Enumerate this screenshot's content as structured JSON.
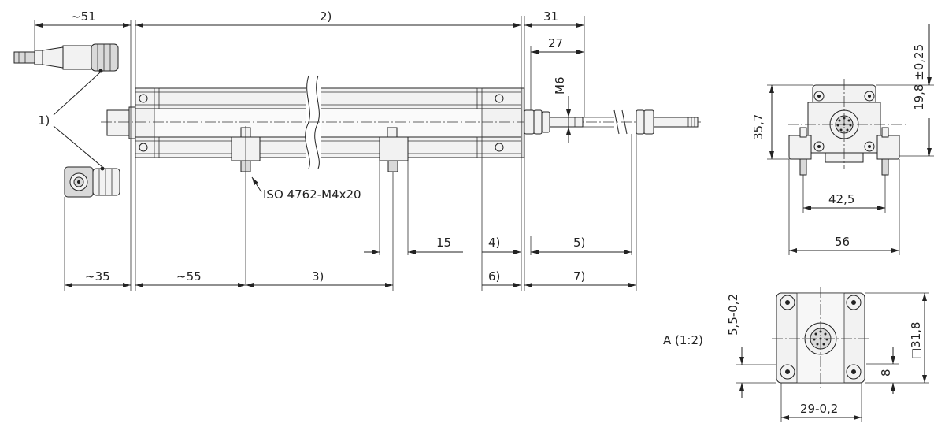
{
  "labels": {
    "dim_51": "~51",
    "dim_2": "2)",
    "dim_31": "31",
    "dim_27": "27",
    "thread_m6": "M6",
    "callout_1": "1)",
    "screw_iso": "ISO 4762-M4x20",
    "dim_15": "15",
    "dim_4": "4)",
    "dim_5": "5)",
    "dim_35": "~35",
    "dim_55": "~55",
    "dim_3": "3)",
    "dim_6": "6)",
    "dim_7": "7)",
    "dim_35_7": "35,7",
    "dim_19_8": "19,8 ±0,25",
    "dim_42_5": "42,5",
    "dim_56": "56",
    "view_a": "A (1:2)",
    "dim_5_5": "5,5-0,2",
    "dim_31_8": "□31,8",
    "dim_8": "8",
    "dim_29": "29-0,2"
  }
}
